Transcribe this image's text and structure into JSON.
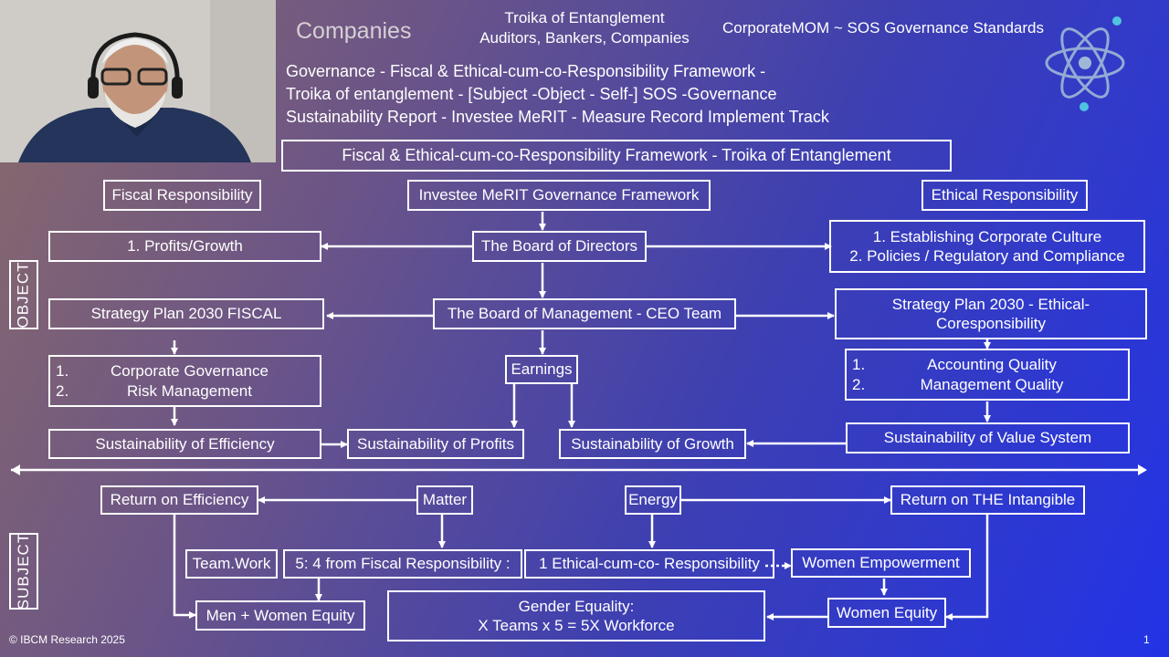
{
  "header": {
    "companies": "Companies",
    "troika_line1": "Troika of Entanglement",
    "troika_line2": "Auditors, Bankers, Companies",
    "corp": "CorporateMOM ~ SOS Governance Standards",
    "gov1": "Governance - Fiscal & Ethical-cum-co-Responsibility Framework -",
    "gov2": "Troika of entanglement -  [Subject -Object - Self-] SOS -Governance",
    "gov3": "Sustainability Report - Investee MeRIT - Measure Record Implement Track"
  },
  "diagram": {
    "framework_title": "Fiscal & Ethical-cum-co-Responsibility Framework - Troika of Entanglement",
    "fiscal_resp": "Fiscal Responsibility",
    "investee": "Investee MeRIT Governance Framework",
    "ethical_resp": "Ethical Responsibility",
    "profits_growth": "1. Profits/Growth",
    "board_directors": "The Board of Directors",
    "culture1": "1. Establishing Corporate Culture",
    "culture2": "2. Policies / Regulatory and Compliance",
    "object_label": "OBJECT",
    "strategy_fiscal": "Strategy Plan 2030 FISCAL",
    "board_mgmt": "The Board of Management - CEO Team",
    "strategy_ethical": "Strategy Plan 2030 - Ethical-Coresponsibility",
    "fiscal_list": [
      {
        "num": "1.",
        "text": "Corporate Governance"
      },
      {
        "num": "2.",
        "text": "Risk Management"
      }
    ],
    "earnings": "Earnings",
    "ethical_list": [
      {
        "num": "1.",
        "text": "Accounting Quality"
      },
      {
        "num": "2.",
        "text": "Management Quality"
      }
    ],
    "sus_efficiency": "Sustainability of Efficiency",
    "sus_profits": "Sustainability of Profits",
    "sus_growth": "Sustainability of Growth",
    "sus_value": "Sustainability of Value System",
    "return_efficiency": "Return on Efficiency",
    "matter": "Matter",
    "energy": "Energy",
    "return_intangible": "Return on THE Intangible",
    "subject_label": "SUBJECT",
    "teamwork": "Team.Work",
    "fiscal_ratio": "5: 4 from Fiscal Responsibility :",
    "ethical_ratio": "1 Ethical-cum-co- Responsibility",
    "women_empowerment": "Women Empowerment",
    "men_women_equity": "Men + Women Equity",
    "gender_line1": "Gender Equality:",
    "gender_line2": "X Teams  x 5 = 5X Workforce",
    "women_equity": "Women Equity"
  },
  "footer": {
    "copyright": "© IBCM Research 2025",
    "page": "1"
  },
  "colors": {
    "background_left": "#8a6a6a",
    "background_right": "#2233e6",
    "line": "#ffffff",
    "atom": "#4fc3e0"
  },
  "icons": [
    "atom-icon",
    "presenter-video"
  ]
}
